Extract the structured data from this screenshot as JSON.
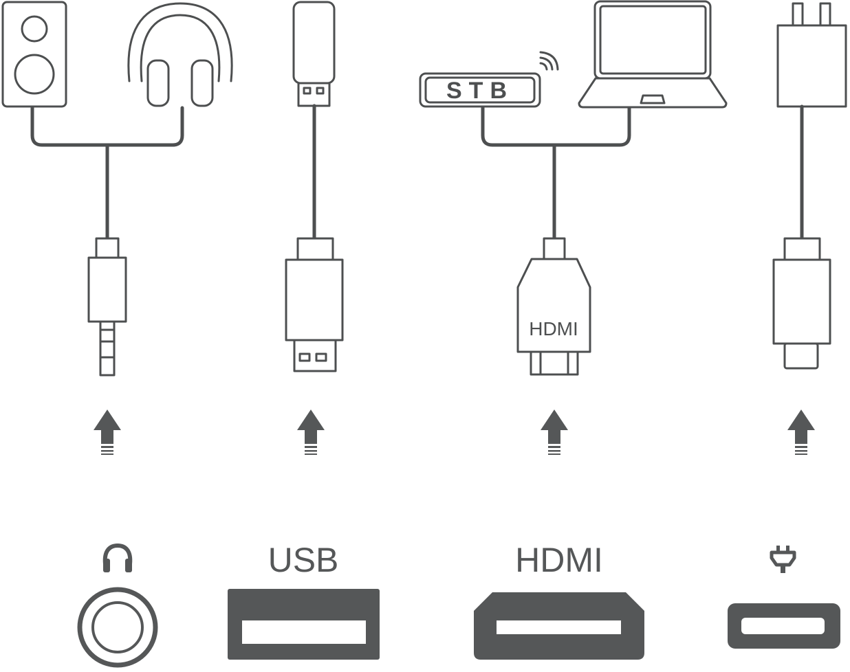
{
  "stb_label": "STB",
  "hdmi_plug_label": "HDMI",
  "ports": {
    "usb_label": "USB",
    "hdmi_label": "HDMI",
    "audio_icon": "headphones-icon",
    "power_icon": "plug-icon"
  },
  "colors": {
    "line": "#4d4f50",
    "fill": "#555758",
    "background": "#ffffff"
  }
}
